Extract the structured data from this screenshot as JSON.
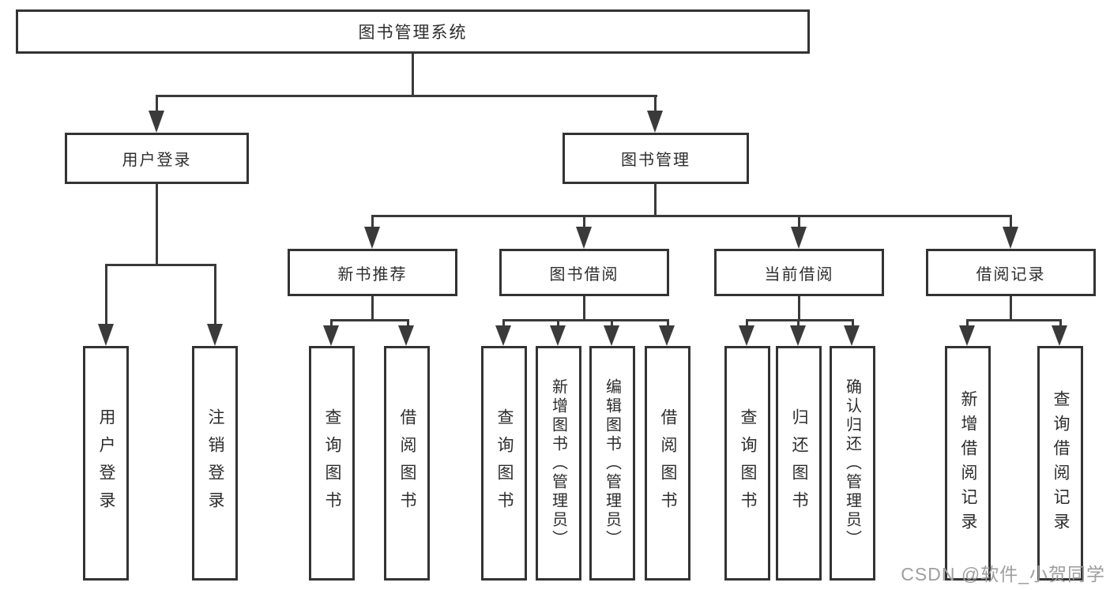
{
  "diagram": {
    "root": "图书管理系统",
    "user_login": {
      "label": "用户登录",
      "children": [
        "用户登录",
        "注销登录"
      ]
    },
    "book_mgmt": {
      "label": "图书管理"
    },
    "new_book_rec": {
      "label": "新书推荐",
      "children": [
        "查询图书",
        "借阅图书"
      ]
    },
    "book_borrow": {
      "label": "图书借阅",
      "children": [
        "查询图书",
        "新增图书（管理员）",
        "编辑图书（管理员）",
        "借阅图书"
      ]
    },
    "current_borrow": {
      "label": "当前借阅",
      "children": [
        "查询图书",
        "归还图书",
        "确认归还（管理员）"
      ]
    },
    "borrow_records": {
      "label": "借阅记录",
      "children": [
        "新增借阅记录",
        "查询借阅记录"
      ]
    }
  },
  "colors": {
    "line": "#3a3a3a",
    "border": "#333333",
    "fill": "#ffffff",
    "text": "#2d2d2d",
    "watermark": "#9e9e9e",
    "background": "#ffffff"
  },
  "watermark": "CSDN @软件_小贺同学"
}
